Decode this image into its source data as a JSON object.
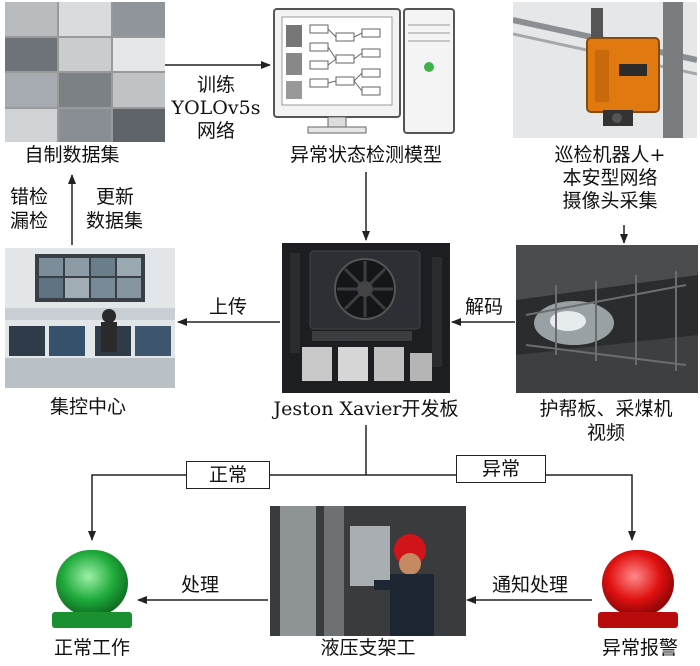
{
  "nodes": {
    "dataset": "自制数据集",
    "model": "异常状态检测模型",
    "robot_line1": "巡检机器人+",
    "robot_line2": "本安型网络",
    "robot_line3": "摄像头采集",
    "control_center": "集控中心",
    "board": "Jeston Xavier开发板",
    "video_line1": "护帮板、采煤机",
    "video_line2": "视频",
    "normal_work": "正常工作",
    "worker": "液压支架工",
    "alarm": "异常报警"
  },
  "edges": {
    "train_line1": "训练",
    "train_line2": "YOLOv5s",
    "train_line3": "网络",
    "errors_line1": "错检",
    "errors_line2": "漏检",
    "update_line1": "更新",
    "update_line2": "数据集",
    "upload": "上传",
    "decode": "解码",
    "normal": "正常",
    "abnormal": "异常",
    "handle": "处理",
    "notify": "通知处理"
  },
  "colors": {
    "green_light": "#1faa3a",
    "red_light": "#e01010",
    "robot_orange": "#e07a10",
    "arrow": "#222222"
  }
}
